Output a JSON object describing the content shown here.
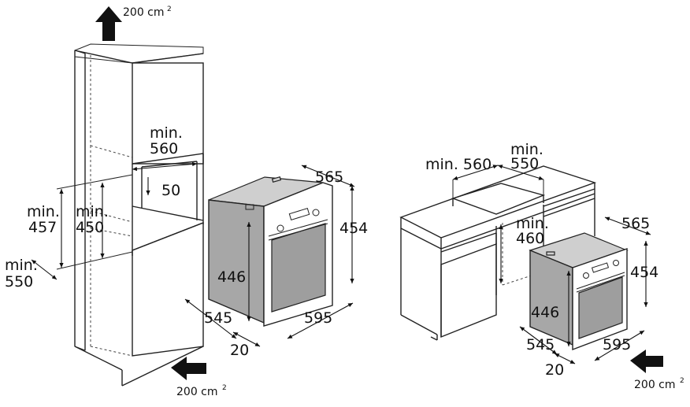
{
  "airflow": {
    "value": "200 cm",
    "unit_sup": "2",
    "arrow_color": "#111111"
  },
  "tall_unit": {
    "min_niche_width": {
      "line1": "min.",
      "line2": "560"
    },
    "top_gap": "50",
    "min_height_outer": {
      "line1": "min.",
      "line2": "457"
    },
    "min_height_inner": {
      "line1": "min.",
      "line2": "450"
    },
    "min_depth": {
      "line1": "min.",
      "line2": "550"
    }
  },
  "oven_left": {
    "depth": "565",
    "height": "454",
    "body_height": "446",
    "body_depth": "545",
    "width": "595",
    "panel_thickness": "20"
  },
  "base_unit": {
    "min_width": "min. 560",
    "min_depth": {
      "line1": "min.",
      "line2": "550"
    },
    "min_height": {
      "line1": "min.",
      "line2": "460"
    }
  },
  "oven_right": {
    "depth": "565",
    "height": "454",
    "body_height": "446",
    "body_depth": "545",
    "width": "595",
    "panel_thickness": "20"
  },
  "colors": {
    "oven_body": "#a7a7a7",
    "oven_glass": "#9e9e9e",
    "line": "#222222"
  }
}
